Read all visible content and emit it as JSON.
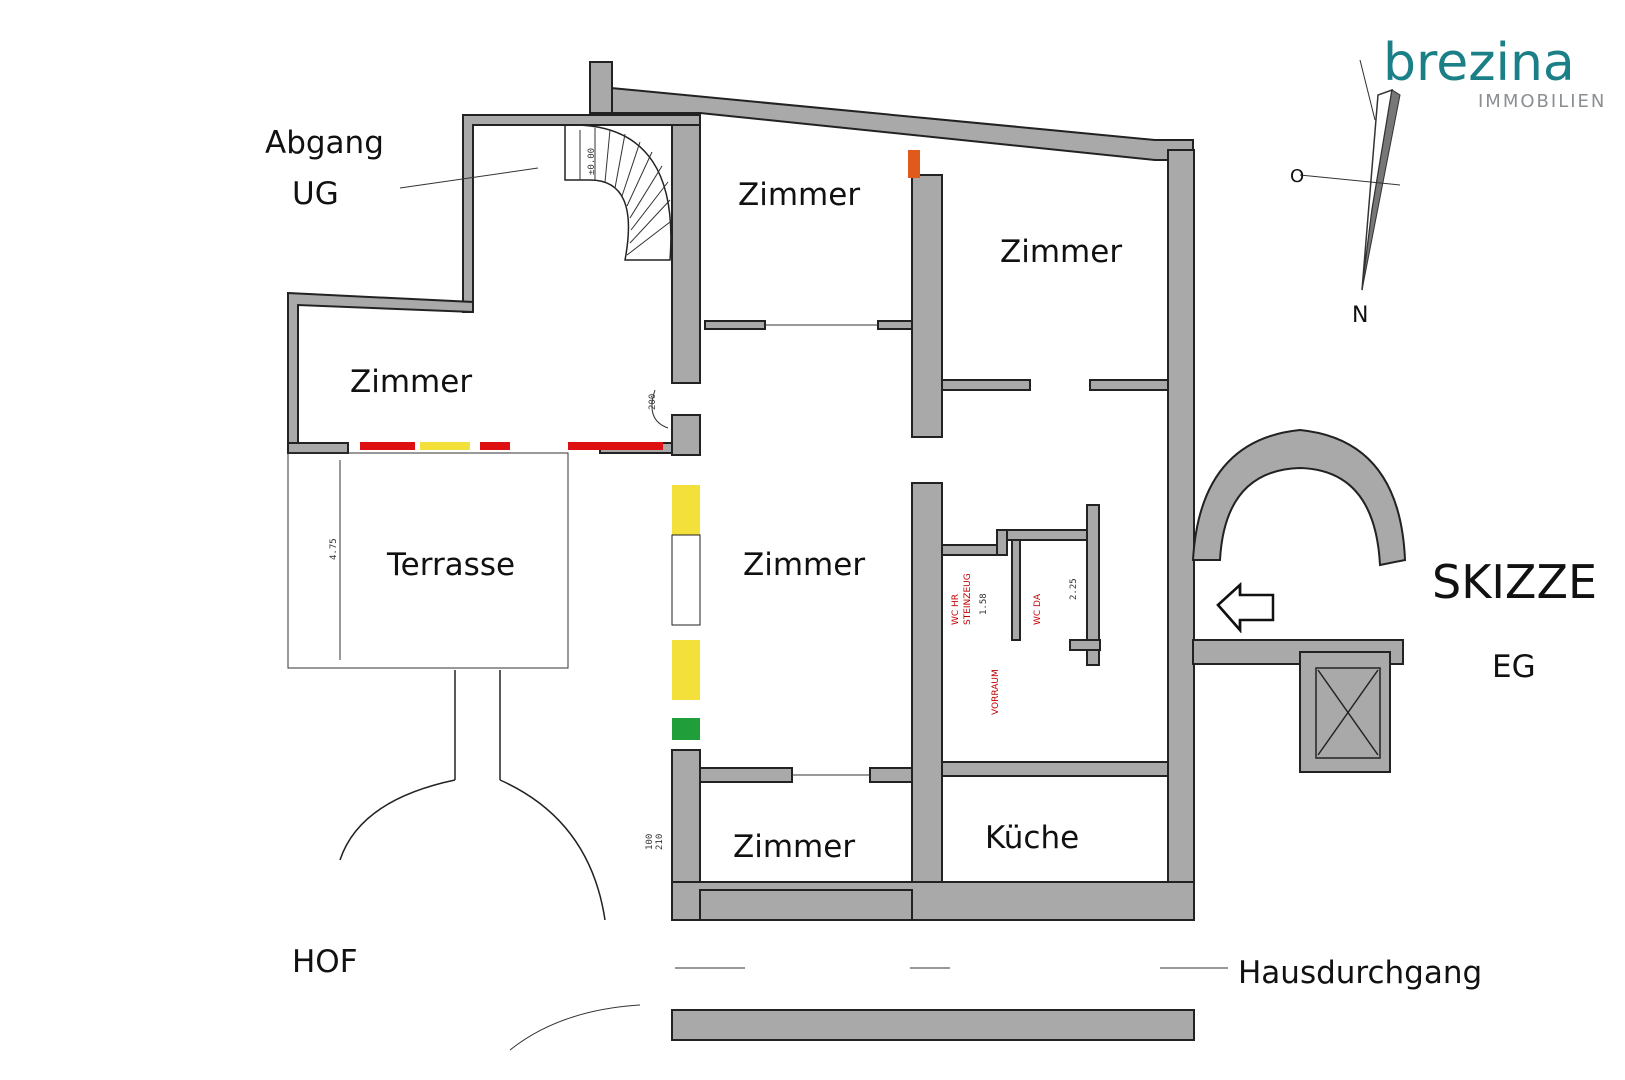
{
  "logo": {
    "name": "brezina",
    "subtitle": "IMMOBILIEN",
    "color_teal": "#1a7f86",
    "color_gray": "#8a8f93"
  },
  "compass": {
    "north": "N",
    "east_hint": "O"
  },
  "sketch": {
    "title": "SKIZZE",
    "floor": "EG"
  },
  "rooms": {
    "abgang_line1": "Abgang",
    "abgang_line2": "UG",
    "zimmer_top_middle": "Zimmer",
    "zimmer_top_right": "Zimmer",
    "zimmer_left": "Zimmer",
    "terrasse": "Terrasse",
    "zimmer_center": "Zimmer",
    "zimmer_bottom": "Zimmer",
    "kueche": "Küche",
    "hof": "HOF",
    "hausdurchgang": "Hausdurchgang"
  },
  "dimensions": {
    "terrace_depth": "4.75",
    "stair_level": "±0.00",
    "wc_left_area": "1.58",
    "wc_right_area": "2.25",
    "door_200": "200",
    "door_210": "210",
    "door_100": "100"
  },
  "red_notes": {
    "wc_hr": "WC HR",
    "wc_da": "WC DA",
    "steinzeug": "STEINZEUG",
    "vorraum": "VORRAUM"
  }
}
